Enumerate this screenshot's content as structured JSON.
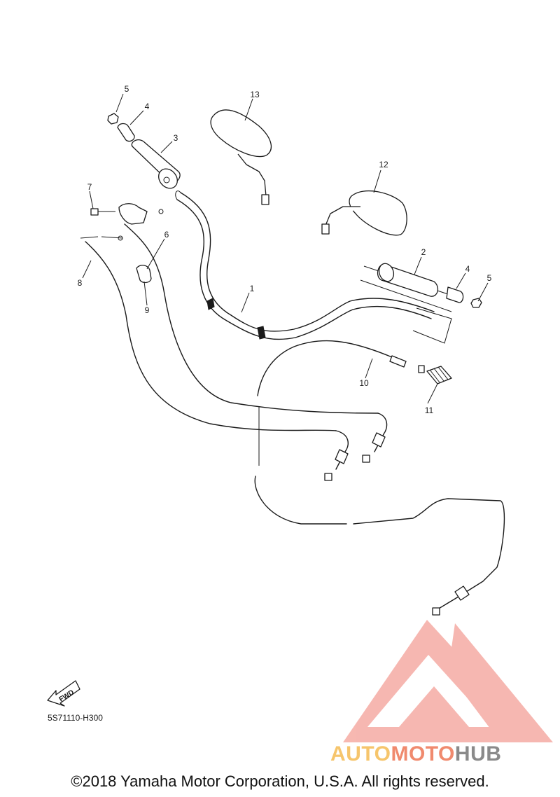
{
  "callouts": [
    {
      "id": "1",
      "label": "1"
    },
    {
      "id": "2",
      "label": "2"
    },
    {
      "id": "3",
      "label": "3"
    },
    {
      "id": "4a",
      "label": "4"
    },
    {
      "id": "4b",
      "label": "4"
    },
    {
      "id": "5a",
      "label": "5"
    },
    {
      "id": "5b",
      "label": "5"
    },
    {
      "id": "6",
      "label": "6"
    },
    {
      "id": "7",
      "label": "7"
    },
    {
      "id": "8",
      "label": "8"
    },
    {
      "id": "9",
      "label": "9"
    },
    {
      "id": "10",
      "label": "10"
    },
    {
      "id": "11",
      "label": "11"
    },
    {
      "id": "12",
      "label": "12"
    },
    {
      "id": "13",
      "label": "13"
    }
  ],
  "fwd_label": "FWD",
  "diagram_code": "5S71110-H300",
  "watermark": {
    "part1": "AUTO",
    "part2": "MOTO",
    "part3": "HUB"
  },
  "copyright": "©2018 Yamaha Motor Corporation, U.S.A. All rights reserved.",
  "colors": {
    "watermark_red": "#f08a7e",
    "watermark_orange": "#f6c56c",
    "watermark_gray": "#8a8a8a",
    "line": "#1a1a1a"
  }
}
